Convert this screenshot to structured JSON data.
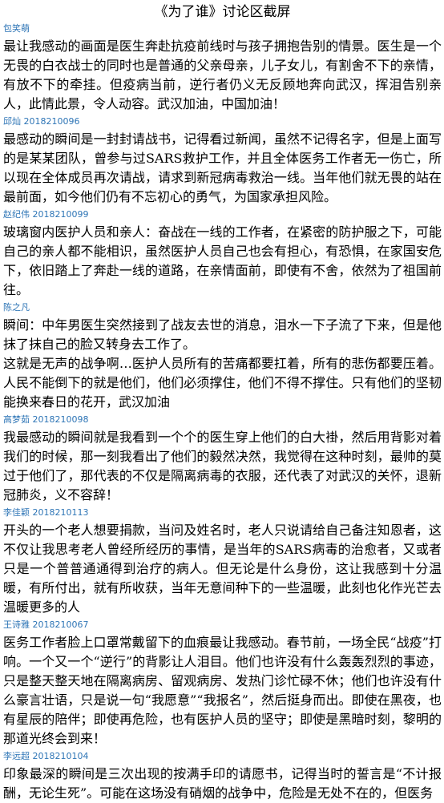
{
  "document": {
    "title": "《为了谁》讨论区截屏"
  },
  "comments": [
    {
      "author": "包笑萌",
      "paragraphs": [
        "最让我感动的画面是医生奔赴抗疫前线时与孩子拥抱告别的情景。医生是一个无畏的白衣战士的同时也是普通的父亲母亲，儿子女儿，有割舍不下的亲情，有放不下的牵挂。但疫病当前，逆行者仍义无反顾地奔向武汉，挥泪告别亲人，此情此景，令人动容。武汉加油，中国加油！"
      ]
    },
    {
      "author": "邱灿 2018210096",
      "paragraphs": [
        "最感动的瞬间是一封封请战书，记得看过新闻，虽然不记得名字，但是上面写的是某某团队，曾参与过SARS救护工作，并且全体医务工作者无一伤亡，所以现在全体成员再次请战，请求到新冠病毒救治一线。当年他们就无畏的站在最前面，如今他们仍有不忘初心的勇气，为国家承担风险。"
      ]
    },
    {
      "author": "赵纪伟 2018210099",
      "paragraphs": [
        "玻璃窗内医护人员和亲人：奋战在一线的工作者，在紧密的防护服之下，可能自己的亲人都不能相识，虽然医护人员自己也会有担心，有恐惧，在家国安危下，依旧踏上了奔赴一线的道路，在亲情面前，即使有不舍，依然为了祖国前往。"
      ]
    },
    {
      "author": "陈之凡",
      "paragraphs": [
        "瞬间：中年男医生突然接到了战友去世的消息，泪水一下子流了下来，但是他抹了抹自己的脸又转身去工作了。",
        "这就是无声的战争啊…医护人员所有的苦痛都要扛着，所有的悲伤都要压着。人民不能倒下的就是他们，他们必须撑住，他们不得不撑住。只有他们的坚韧能换来春日的花开，武汉加油"
      ]
    },
    {
      "author": "高梦茹 2018210098",
      "paragraphs": [
        "我最感动的瞬间就是我看到一个个的医生穿上他们的白大褂，然后用背影对着我们的时候，那一刻我看出了他们的毅然决然，我觉得在这种时刻，最帅的莫过于他们了，那代表的不仅是隔离病毒的衣服，还代表了对武汉的关怀，退新冠肺炎，义不容辞！"
      ]
    },
    {
      "author": "李佳颖 2018210113",
      "paragraphs": [
        "开头的一个老人想要捐款，当问及姓名时，老人只说请给自己备注知恩者，这不仅让我思考老人曾经所经历的事情，是当年的SARS病毒的治愈者，又或者只是一个普普通通得到治疗的病人。但无论是什么身份，这让我感到十分温暖，有所付出，就有所收获，当年无意间种下的一些温暖，此刻也化作光芒去温暖更多的人"
      ]
    },
    {
      "author": "王诗雅 2018210067",
      "paragraphs": [
        "医务工作者脸上口罩常戴留下的血痕最让我感动。春节前，一场全民“战疫”打响。一个又一个“逆行”的背影让人泪目。他们也许没有什么轰轰烈烈的事迹，只是整天整天地在隔离病房、留观病房、发热门诊忙碌不休；他们也许没有什么豪言壮语，只是说一句“我愿意”“我报名”，然后挺身而出。即使在黑夜，也有星辰的陪伴；即使再危险，也有医护人员的坚守；即使是黑暗时刻，黎明的那道光终会到来！"
      ]
    },
    {
      "author": "李远超 2018210104",
      "paragraphs": [
        "印象最深的瞬间是三次出现的按满手印的请愿书，记得当时的誓言是“不计报酬，无论生死”。可能在这场没有硝烟的战争中，危险是无处不在的，但医务"
      ]
    }
  ]
}
